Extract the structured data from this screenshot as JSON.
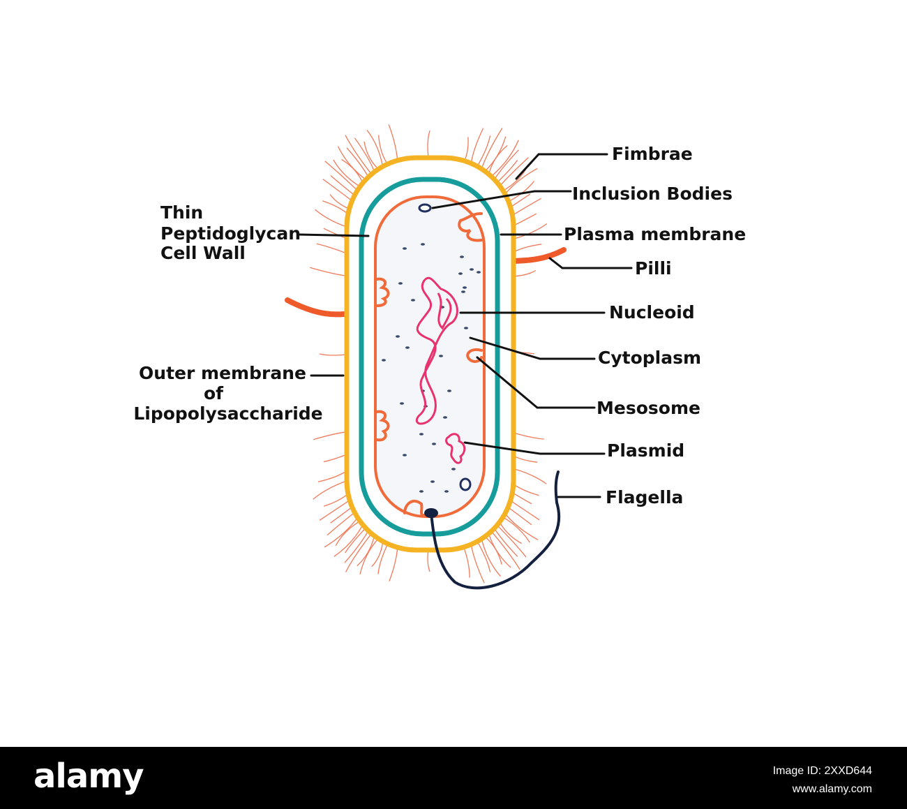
{
  "diagram": {
    "labels": {
      "fimbrae": "Fimbrae",
      "inclusion_bodies": "Inclusion Bodies",
      "plasma_membrane": "Plasma membrane",
      "pilli": "Pilli",
      "nucleoid": "Nucleoid",
      "cytoplasm": "Cytoplasm",
      "mesosome": "Mesosome",
      "plasmid": "Plasmid",
      "flagella": "Flagella",
      "cell_wall": [
        "Thin",
        "Peptidoglycan",
        "Cell Wall"
      ],
      "outer_membrane": [
        "Outer membrane",
        "of",
        "Lipopolysaccharide"
      ]
    },
    "colors": {
      "outer_membrane": "#f5b324",
      "cell_wall": "#179c9c",
      "plasma_membrane": "#f06a3a",
      "pili": "#ee5a2a",
      "fimbriae": "#f07a5a",
      "nucleoid": "#e8326e",
      "cytoplasm": "#f4f6f9",
      "flagellum": "#13203f",
      "leader": "#111111"
    }
  },
  "footer": {
    "brand": "alamy",
    "image_id": "Image ID: 2XXD644",
    "url": "www.alamy.com"
  }
}
